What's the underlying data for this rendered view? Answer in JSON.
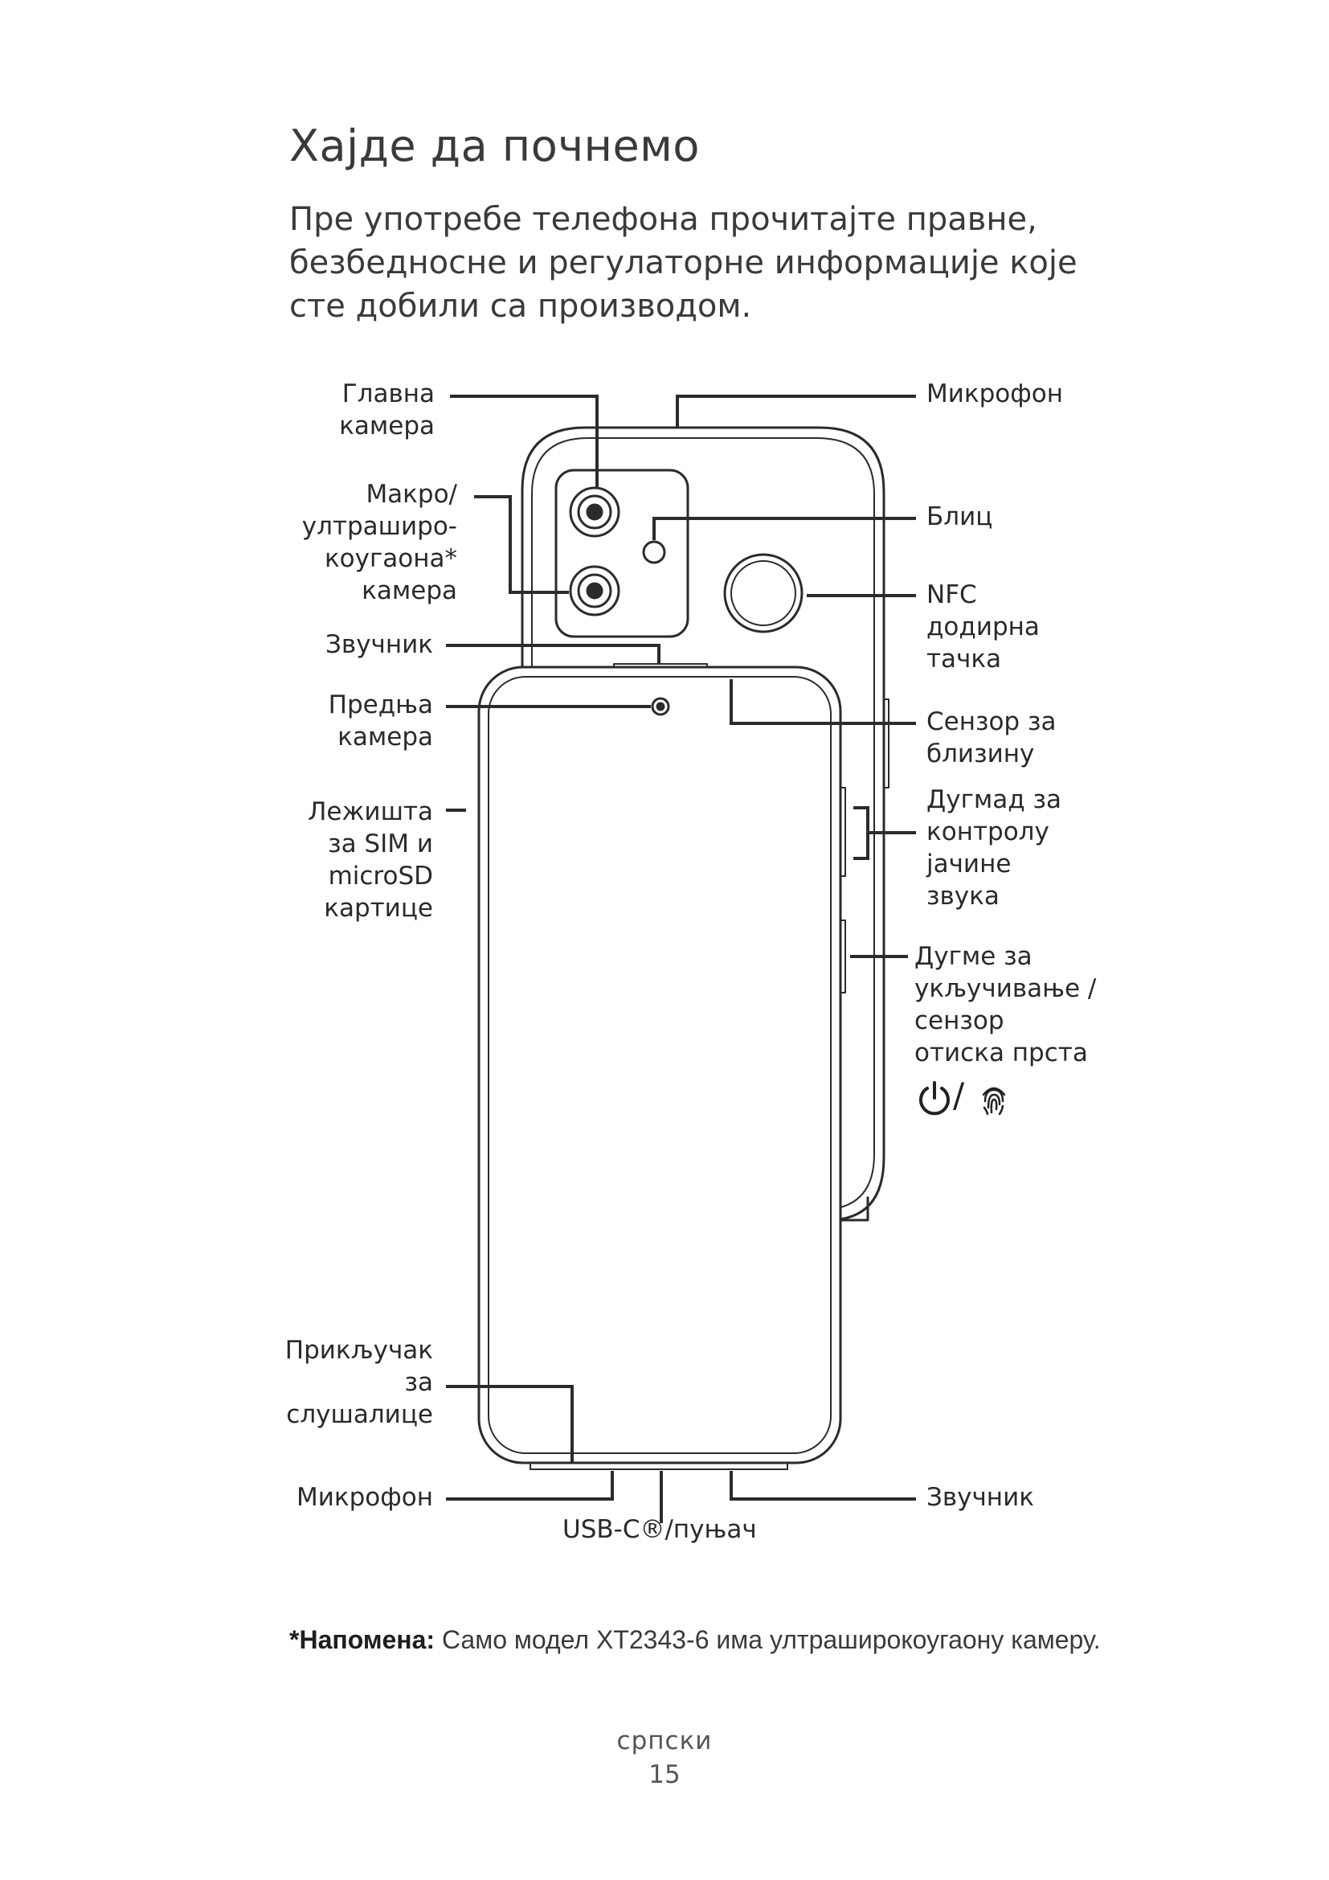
{
  "page": {
    "title": "Хајде да почнемо",
    "intro": "Пре употребе телефона прочитајте правне, безбедносне и регулаторне информације које сте добили са производом."
  },
  "labels": {
    "main_camera": "Главна\nкамера",
    "macro_camera": "Макро/\nултраширо-\nкоугаона*\nкамера",
    "earpiece": "Звучник",
    "front_camera": "Предња\nкамера",
    "sim_tray": "Лежишта\nза SIM и\nmicroSD\nкартице",
    "headset_jack": "Прикључак\nза\nслушалице",
    "mic_bottom": "Микрофон",
    "usb": "USB-C®/пуњач",
    "mic_top": "Микрофон",
    "flash": "Блиц",
    "nfc": "NFC\nдодирна\nтачка",
    "proximity": "Сензор за\nблизину",
    "volume": "Дугмад за\nконтролу\nјачине\nзвука",
    "power": "Дугме за\nукључивање /\nсензор\nотиска прста",
    "speaker_bottom": "Звучник"
  },
  "icons": {
    "power": "power-icon",
    "fingerprint": "fingerprint-icon",
    "separator": "/"
  },
  "note": {
    "label": "*Напомена:",
    "text": " Само модел XT2343-6 има ултраширокоугаону камеру."
  },
  "footer": {
    "language": "српски",
    "page_number": "15"
  }
}
